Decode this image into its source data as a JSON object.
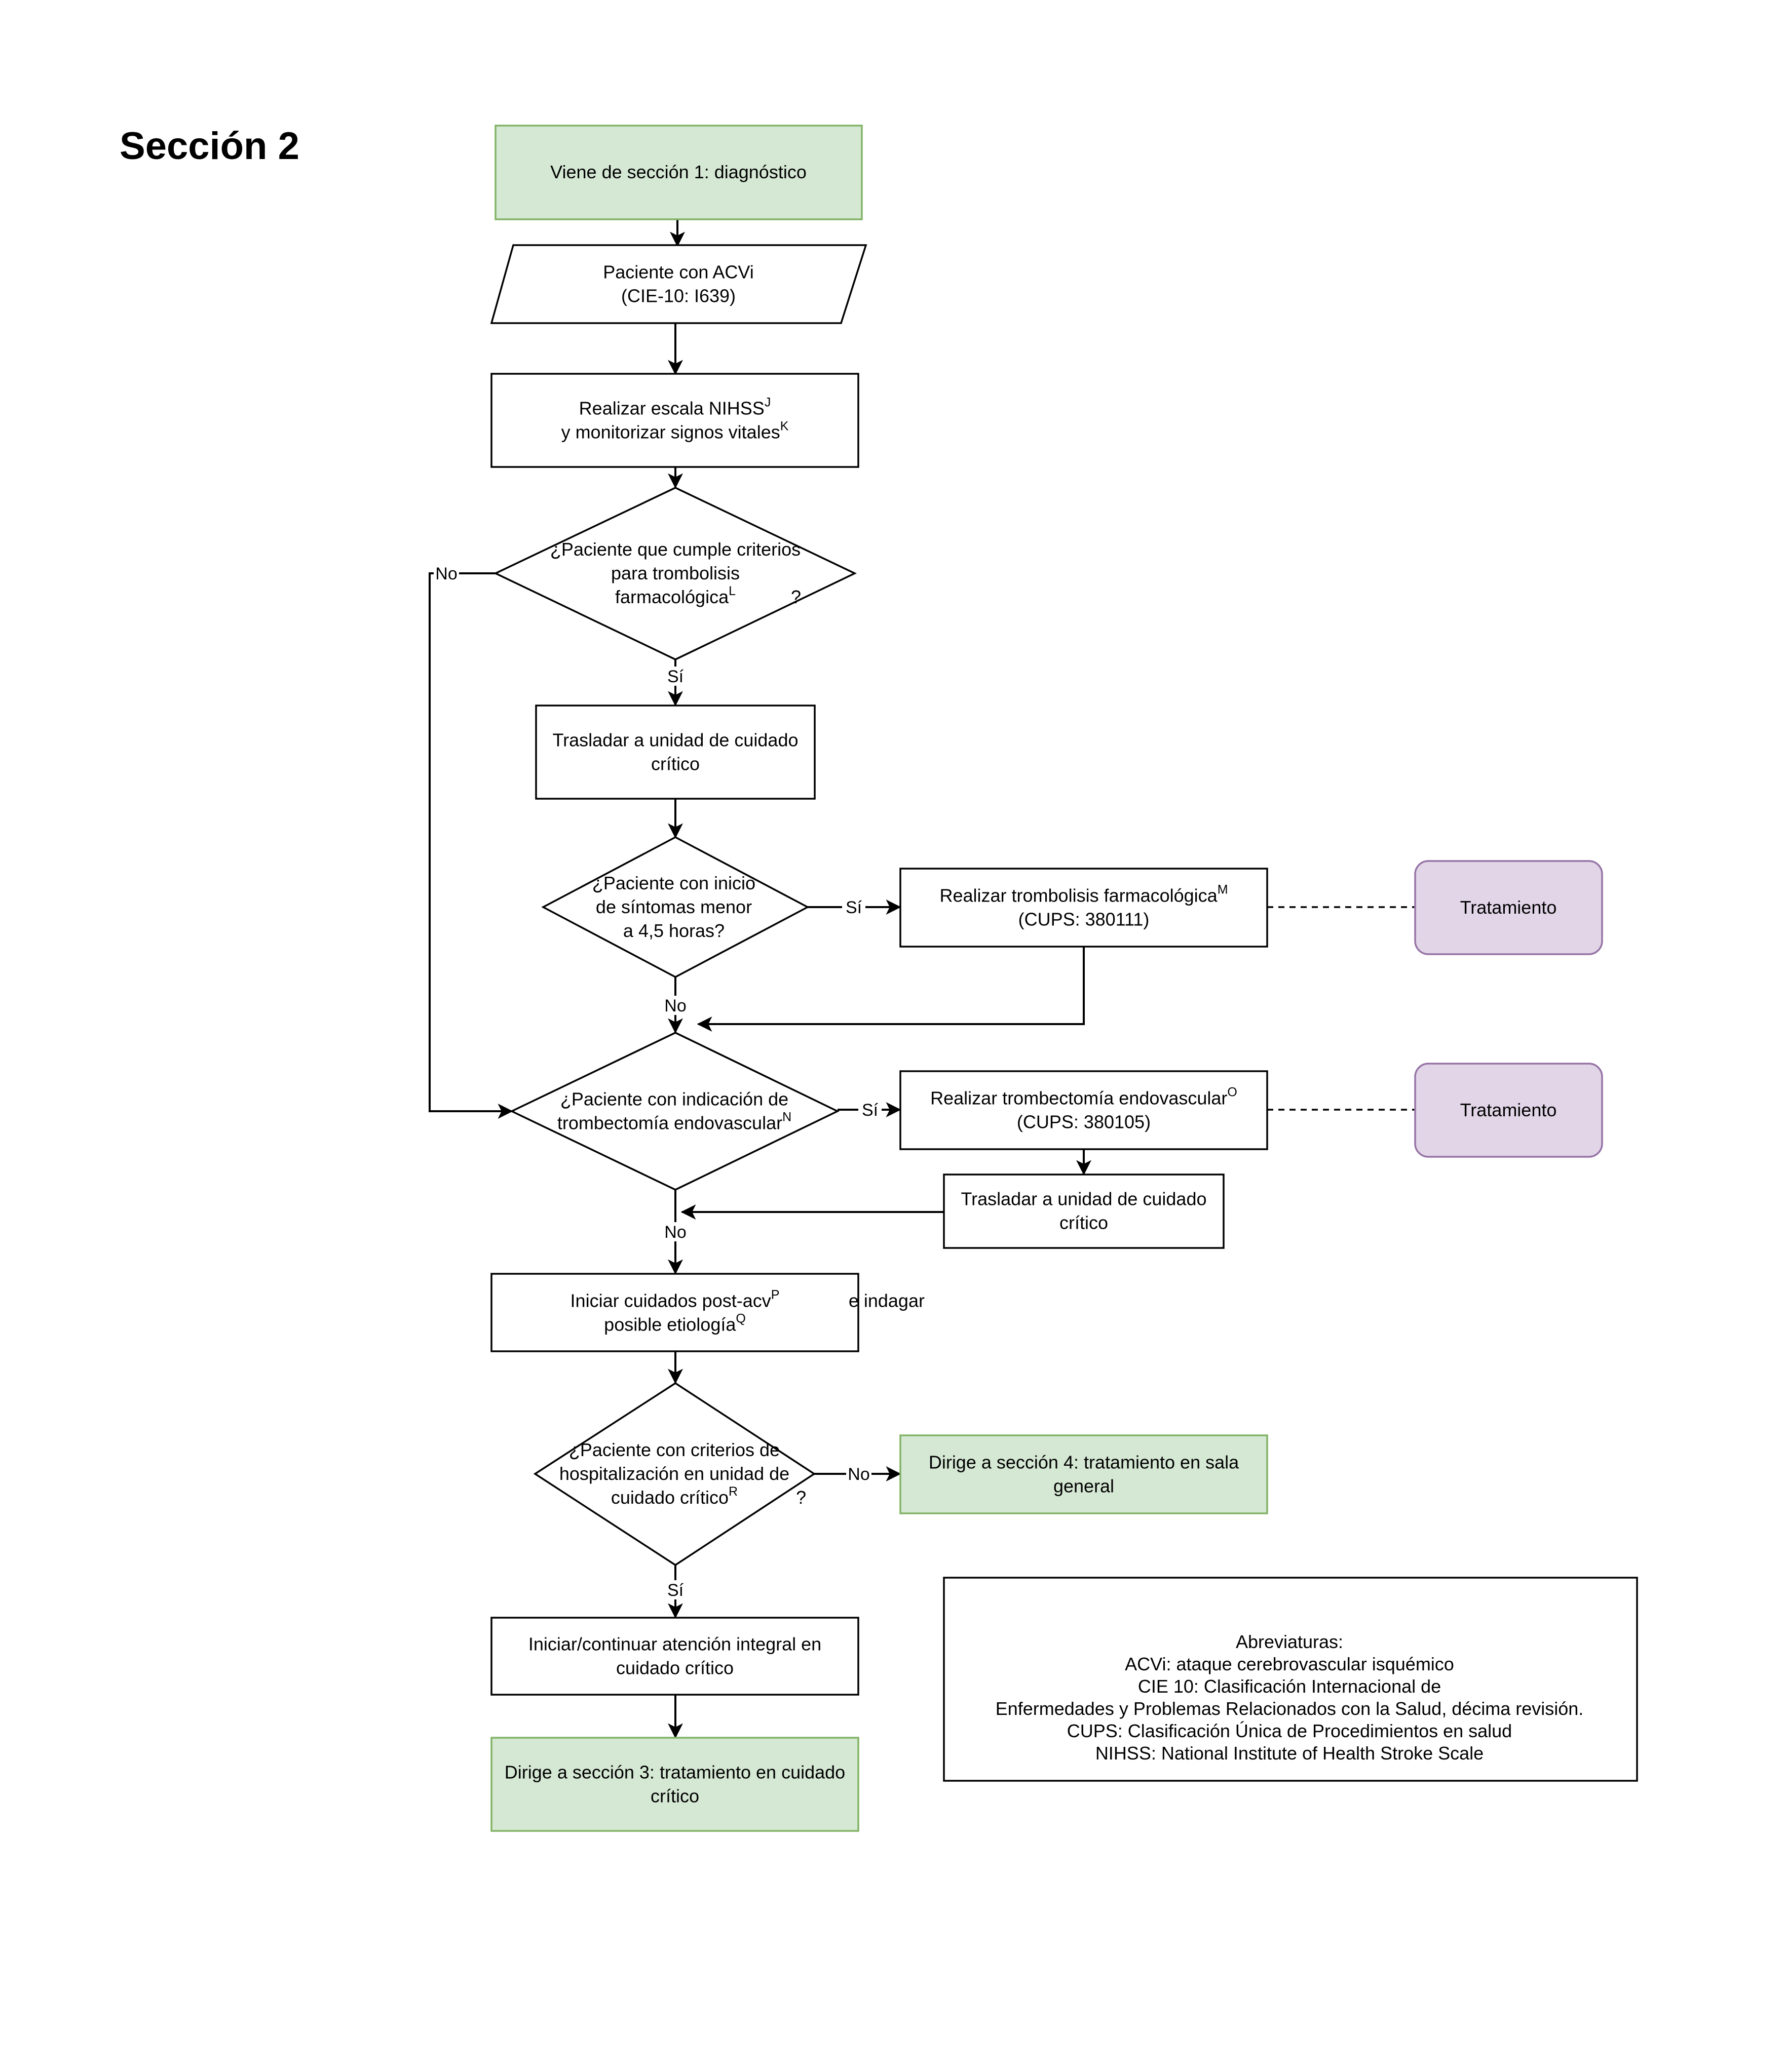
{
  "section_title": "Sección 2",
  "nodes": {
    "start": {
      "lines": [
        "Viene de sección 1: diagnóstico"
      ]
    },
    "patient": {
      "lines": [
        "Paciente con ACVi",
        "(CIE-10: I639)"
      ]
    },
    "nihss": {
      "lines": [
        {
          "text": "Realizar escala NIHSS",
          "sup": "J"
        },
        {
          "text": "y monitorizar signos vitales",
          "sup": "K"
        }
      ]
    },
    "d_thrombolysis": {
      "lines": [
        "¿Paciente que cumple criterios",
        "para trombolisis",
        {
          "text": "farmacológica",
          "sup": "L",
          "after": "?"
        }
      ]
    },
    "transfer1": {
      "lines": [
        "Trasladar a unidad de cuidado",
        "crítico"
      ]
    },
    "d_onset": {
      "lines": [
        "¿Paciente con inicio",
        "de síntomas menor",
        "a 4,5 horas?"
      ]
    },
    "thrombolysis": {
      "lines": [
        {
          "text": "Realizar trombolisis farmacológica",
          "sup": "M"
        },
        "(CUPS: 380111)"
      ]
    },
    "treatment1": {
      "lines": [
        "Tratamiento"
      ]
    },
    "d_thrombectomy": {
      "lines": [
        "¿Paciente con indicación de",
        {
          "text": "trombectomía endovascular",
          "sup": "N",
          "after": "?"
        }
      ]
    },
    "thrombectomy": {
      "lines": [
        {
          "text": "Realizar trombectomía endovascular",
          "sup": "O"
        },
        "(CUPS: 380105)"
      ]
    },
    "treatment2": {
      "lines": [
        "Tratamiento"
      ]
    },
    "transfer2": {
      "lines": [
        "Trasladar a unidad de cuidado",
        "crítico"
      ]
    },
    "postcare": {
      "lines": [
        {
          "text": "Iniciar cuidados post-acv",
          "sup": "P",
          "after": " e indagar"
        },
        {
          "text": "posible etiología",
          "sup": "Q"
        }
      ]
    },
    "d_hospital": {
      "lines": [
        "¿Paciente con criterios de",
        "hospitalización en unidad de",
        {
          "text": "cuidado crítico",
          "sup": "R",
          "after": "?"
        }
      ]
    },
    "section4": {
      "lines": [
        "Dirige a sección 4: tratamiento en sala",
        "general"
      ]
    },
    "integral": {
      "lines": [
        "Iniciar/continuar atención integral en",
        "cuidado crítico"
      ]
    },
    "section3": {
      "lines": [
        "Dirige a sección 3: tratamiento en cuidado",
        "crítico"
      ]
    },
    "abbreviations": {
      "lines": [
        "Abreviaturas:",
        "ACVi: ataque cerebrovascular isquémico",
        "CIE 10: Clasificación Internacional de",
        "Enfermedades y Problemas Relacionados con la Salud, décima revisión.",
        "CUPS: Clasificación Única de Procedimientos en salud",
        "NIHSS: National Institute of Health Stroke Scale"
      ]
    }
  },
  "edge_labels": {
    "d_thrombolysis_no": "No",
    "d_thrombolysis_yes": "Sí",
    "d_onset_yes": "Sí",
    "d_onset_no": "No",
    "d_thrombectomy_yes": "Sí",
    "d_thrombectomy_no": "No",
    "d_hospital_no": "No",
    "d_hospital_yes": "Sí"
  },
  "colors": {
    "green_fill": "#d5e8d4",
    "green_stroke": "#82b366",
    "purple_fill": "#e1d5e7",
    "purple_stroke": "#9673a6"
  }
}
